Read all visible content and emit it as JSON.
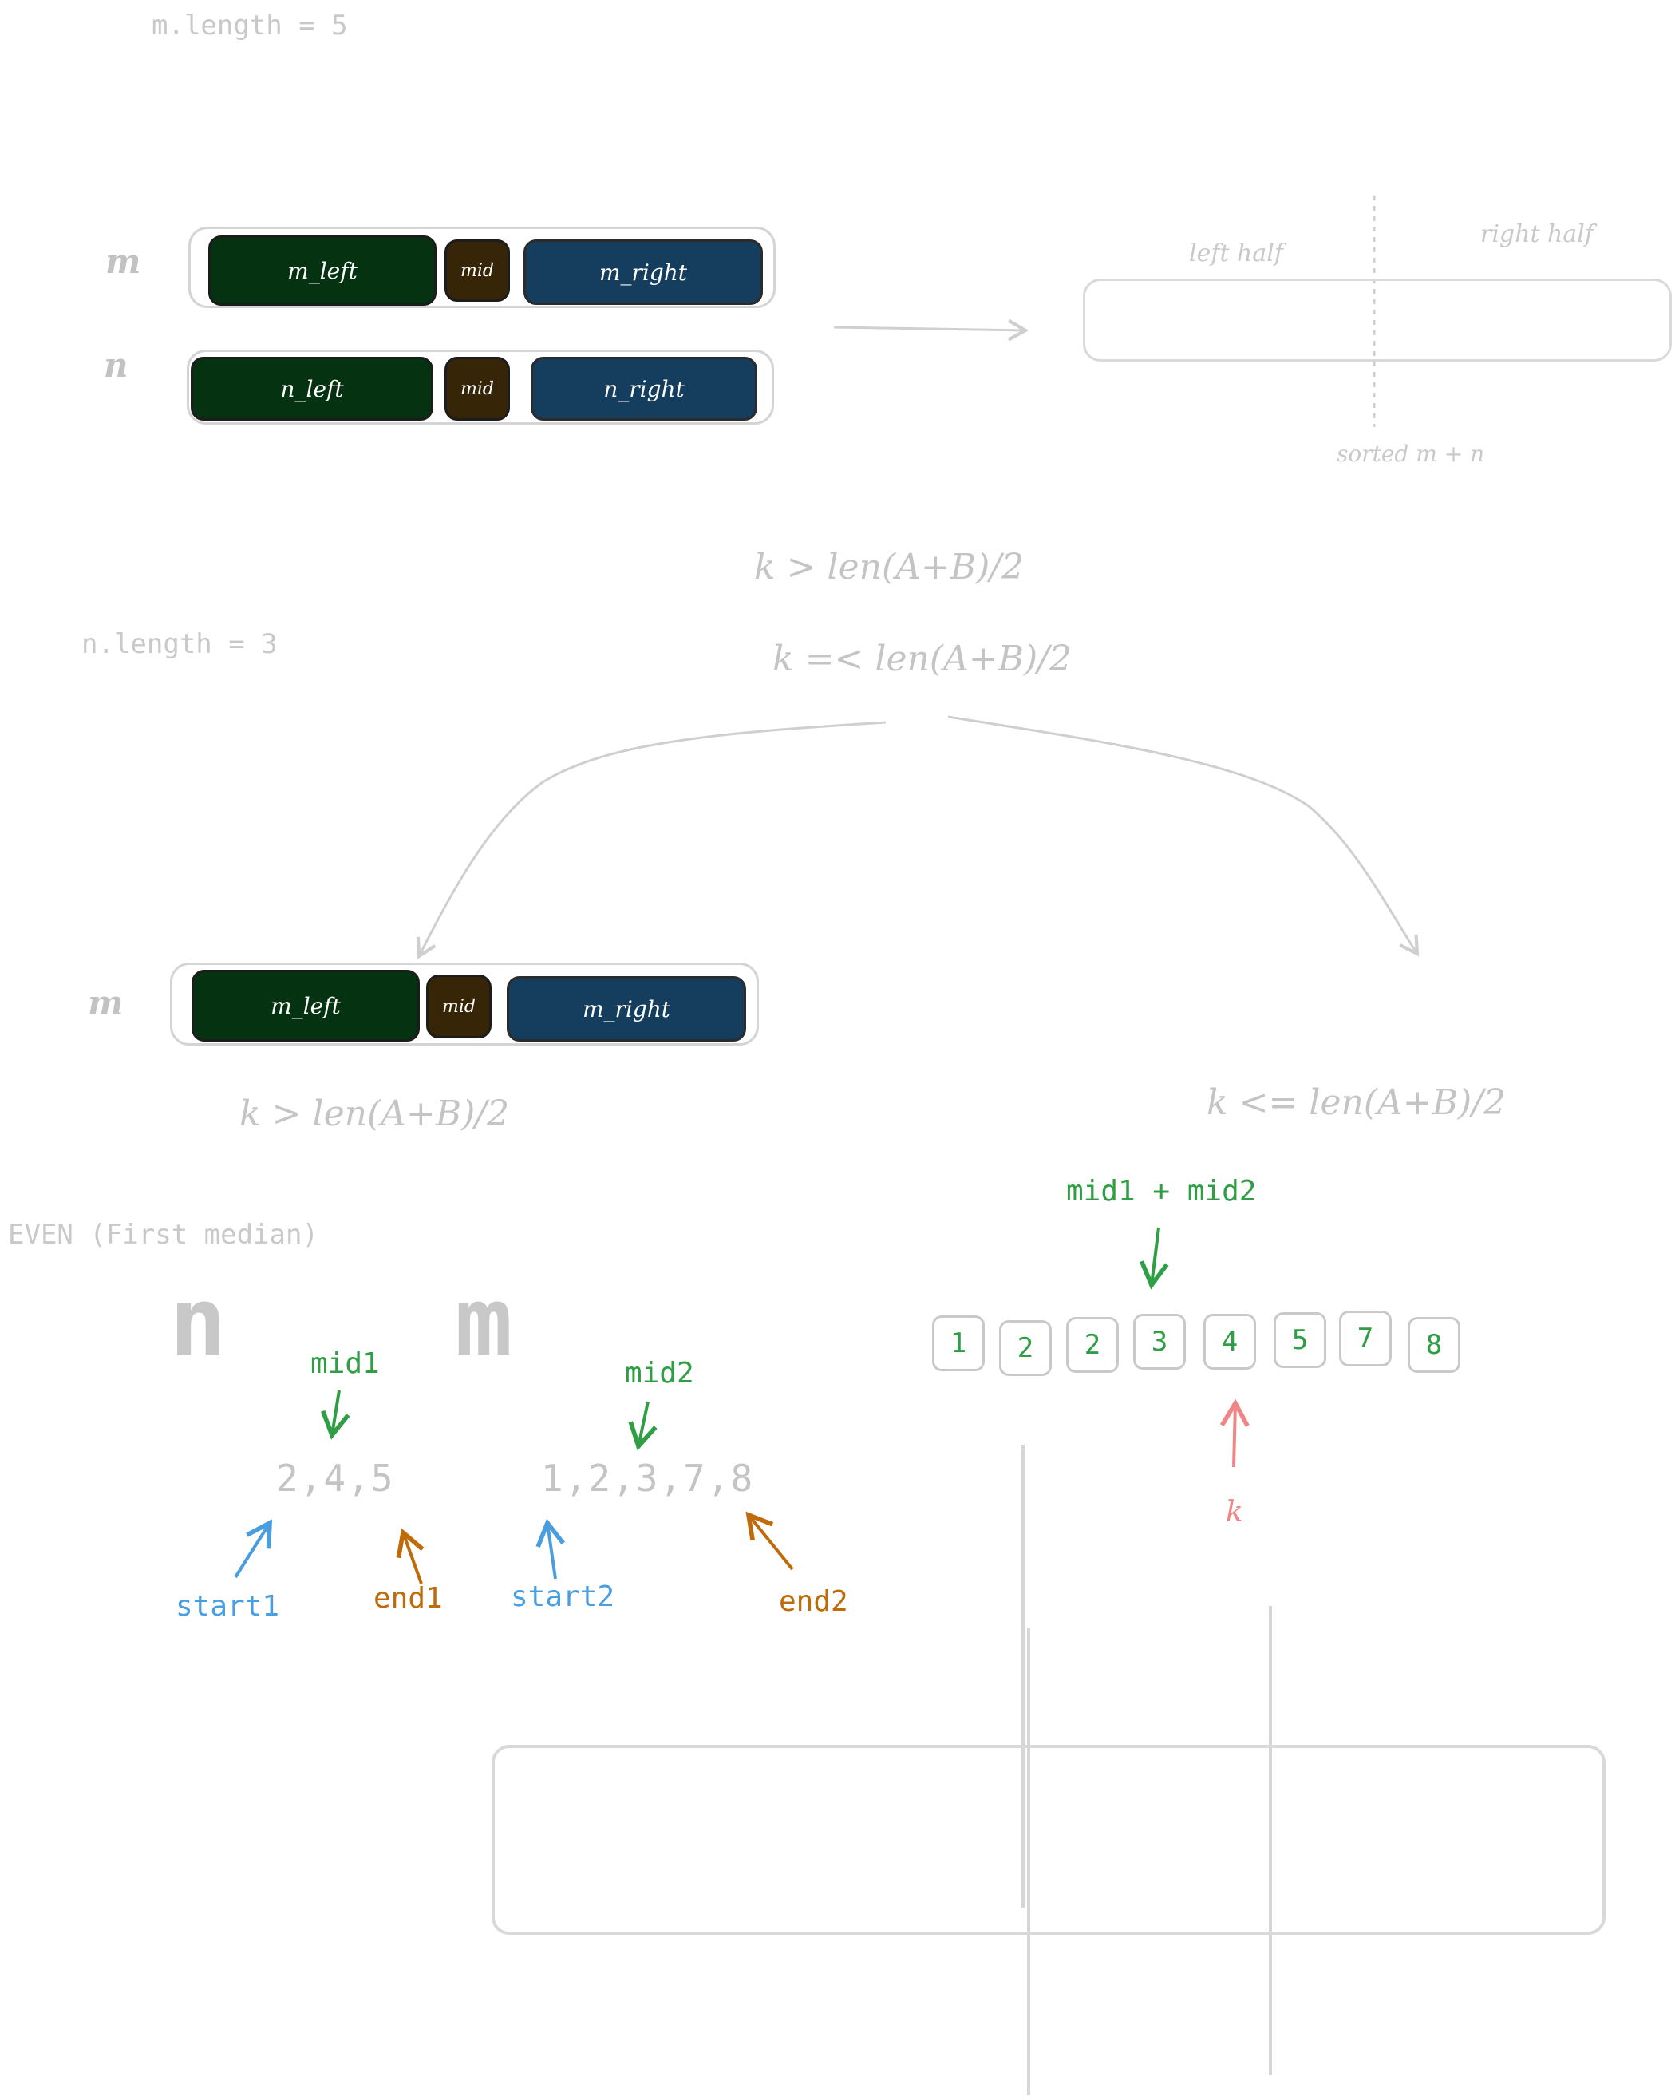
{
  "notes": {
    "m_length": "m.length = 5",
    "n_length": "n.length = 3",
    "even_note": "EVEN (First median)"
  },
  "top_rows": {
    "m_label": "m",
    "n_label": "n",
    "m_left": "m_left",
    "m_mid": "mid",
    "m_right": "m_right",
    "n_left": "n_left",
    "n_mid": "mid",
    "n_right": "n_right"
  },
  "sorted": {
    "left_half": "left half",
    "right_half": "right half",
    "caption": "sorted m + n"
  },
  "conditions": {
    "top1": "k > len(A+B)/2",
    "top2": "k =< len(A+B)/2",
    "left": "k > len(A+B)/2",
    "right": "k <= len(A+B)/2"
  },
  "lower_row": {
    "m_label": "m",
    "m_left": "m_left",
    "m_mid": "mid",
    "m_right": "m_right"
  },
  "example": {
    "n_big": "n",
    "m_big": "m",
    "mid1": "mid1",
    "mid2": "mid2",
    "arr1": "2,4,5",
    "arr2": "1,2,3,7,8",
    "start1": "start1",
    "end1": "end1",
    "start2": "start2",
    "end2": "end2",
    "sum_label": "mid1 + mid2",
    "merged": [
      "1",
      "2",
      "2",
      "3",
      "4",
      "5",
      "7",
      "8"
    ],
    "k_label": "k"
  },
  "colors": {
    "left_block": "#053312",
    "mid_block": "#362507",
    "right_block": "#153d5e",
    "green": "#2f9e44",
    "blue": "#4a9ee0",
    "orange": "#c06b0a",
    "red": "#f08585"
  }
}
